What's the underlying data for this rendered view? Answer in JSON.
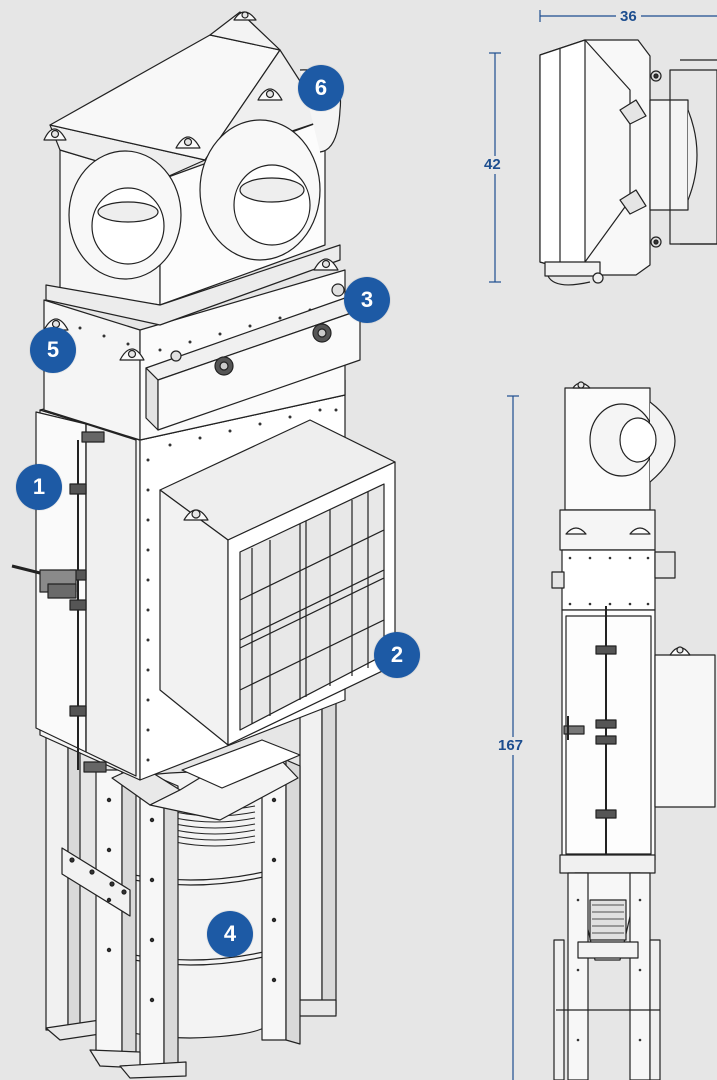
{
  "callouts": {
    "c1": "1",
    "c2": "2",
    "c3": "3",
    "c4": "4",
    "c5": "5",
    "c6": "6"
  },
  "dimensions": {
    "top_view_width": "36",
    "top_view_height": "42",
    "side_view_height": "167"
  },
  "colors": {
    "background": "#e6e6e6",
    "callout_fill": "#1d5aa5",
    "callout_text": "#ffffff",
    "dimension": "#1d4e8f",
    "line": "#222222",
    "metal_light": "#ffffff",
    "metal_mid": "#f1f1f1",
    "metal_dark": "#d2d2d2"
  }
}
